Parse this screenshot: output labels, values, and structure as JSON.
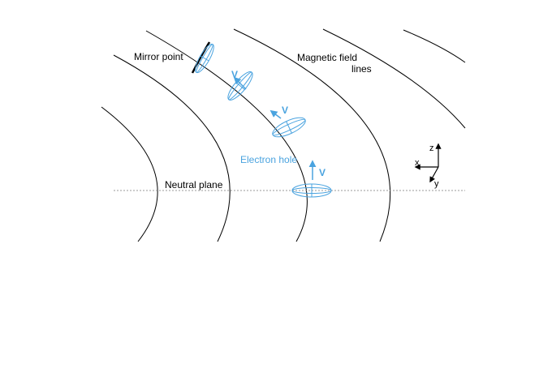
{
  "labels": {
    "mirror_point": "Mirror point",
    "magnetic_field_line1": "Magnetic field",
    "magnetic_field_line2": "lines",
    "electron_hole": "Electron hole",
    "neutral_plane": "Neutral plane",
    "velocity": "V"
  },
  "axes": {
    "z": "z",
    "x": "x",
    "y": "y"
  },
  "colors": {
    "field_line": "#000000",
    "electron_hole": "#4aa3df",
    "neutral_plane": "#9a9a9a"
  }
}
